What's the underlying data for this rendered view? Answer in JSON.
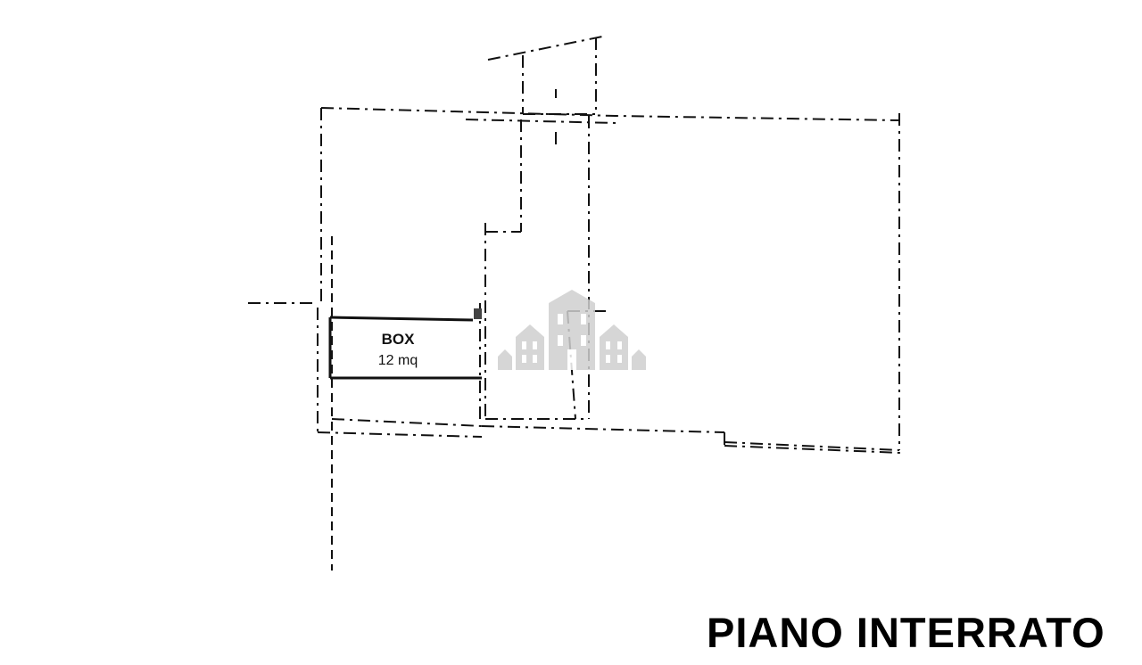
{
  "plan": {
    "title": "PIANO INTERRATO"
  },
  "rooms": [
    {
      "name": "BOX",
      "area": "12 mq"
    }
  ],
  "watermark": {
    "icon": "buildings-icon",
    "color": "#cfcfcf"
  }
}
